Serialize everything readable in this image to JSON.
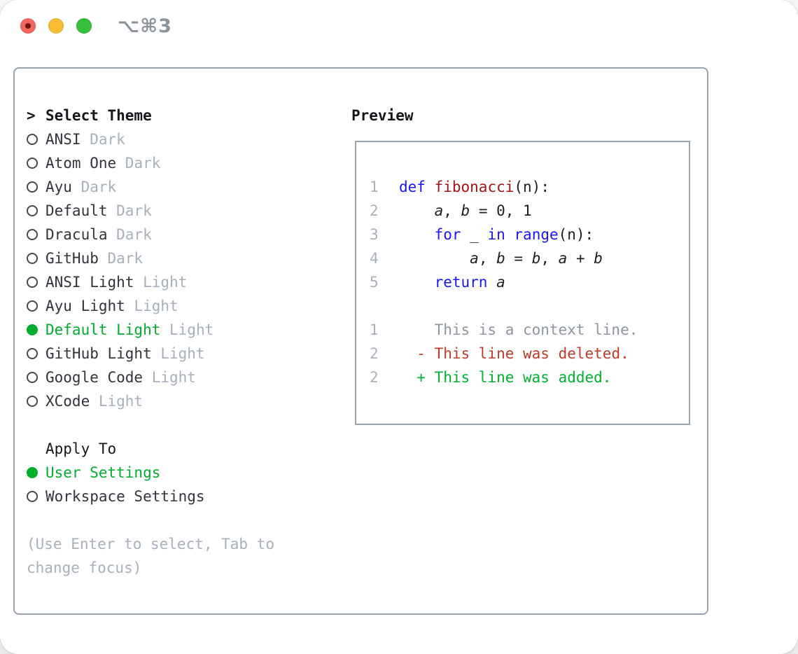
{
  "window": {
    "title": "⌥⌘3"
  },
  "traffic_lights": [
    {
      "name": "close"
    },
    {
      "name": "minimize"
    },
    {
      "name": "zoom"
    }
  ],
  "colors": {
    "panel_border": "#9aa4b0",
    "selection_green": "#00ad2e",
    "added_green": "#00b232",
    "deleted_red": "#c13a28",
    "keyword_blue": "#1a16f0",
    "function_red": "#a31515",
    "muted_gray": "#a7b0bb",
    "context_gray": "#8d959e",
    "text_dark": "#30353c",
    "traffic_red": "#f4655f",
    "traffic_yellow": "#f8bd34",
    "traffic_green": "#35c13e"
  },
  "left": {
    "header_marker": ">",
    "header": "Select Theme",
    "themes": [
      {
        "name": "ANSI",
        "tag": "Dark",
        "selected": false
      },
      {
        "name": "Atom One",
        "tag": "Dark",
        "selected": false
      },
      {
        "name": "Ayu",
        "tag": "Dark",
        "selected": false
      },
      {
        "name": "Default",
        "tag": "Dark",
        "selected": false
      },
      {
        "name": "Dracula",
        "tag": "Dark",
        "selected": false
      },
      {
        "name": "GitHub",
        "tag": "Dark",
        "selected": false
      },
      {
        "name": "ANSI Light",
        "tag": "Light",
        "selected": false
      },
      {
        "name": "Ayu Light",
        "tag": "Light",
        "selected": false
      },
      {
        "name": "Default Light",
        "tag": "Light",
        "selected": true
      },
      {
        "name": "GitHub Light",
        "tag": "Light",
        "selected": false
      },
      {
        "name": "Google Code",
        "tag": "Light",
        "selected": false
      },
      {
        "name": "XCode",
        "tag": "Light",
        "selected": false
      }
    ],
    "apply_header": "Apply To",
    "apply_options": [
      {
        "name": "User Settings",
        "selected": true
      },
      {
        "name": "Workspace Settings",
        "selected": false
      }
    ],
    "hint_lines": [
      "(Use Enter to select, Tab to",
      "change focus)"
    ]
  },
  "preview": {
    "label": "Preview",
    "lines": [
      {
        "num": "1",
        "tokens": [
          [
            "def",
            "kw"
          ],
          [
            " ",
            "p"
          ],
          [
            "fibonacci",
            "fn"
          ],
          [
            "(n):",
            "p"
          ]
        ]
      },
      {
        "num": "2",
        "tokens": [
          [
            "    ",
            "p"
          ],
          [
            "a",
            "v"
          ],
          [
            ", ",
            "p"
          ],
          [
            "b",
            "v"
          ],
          [
            " = 0, 1",
            "p"
          ]
        ]
      },
      {
        "num": "3",
        "tokens": [
          [
            "    ",
            "p"
          ],
          [
            "for",
            "kw"
          ],
          [
            " _ ",
            "p"
          ],
          [
            "in",
            "kw"
          ],
          [
            " ",
            "p"
          ],
          [
            "range",
            "kw"
          ],
          [
            "(n):",
            "p"
          ]
        ]
      },
      {
        "num": "4",
        "tokens": [
          [
            "        ",
            "p"
          ],
          [
            "a",
            "v"
          ],
          [
            ", ",
            "p"
          ],
          [
            "b",
            "v"
          ],
          [
            " = ",
            "p"
          ],
          [
            "b",
            "v"
          ],
          [
            ", ",
            "p"
          ],
          [
            "a",
            "v"
          ],
          [
            " + ",
            "p"
          ],
          [
            "b",
            "v"
          ]
        ]
      },
      {
        "num": "5",
        "tokens": [
          [
            "    ",
            "p"
          ],
          [
            "return",
            "kw"
          ],
          [
            " ",
            "p"
          ],
          [
            "a",
            "v"
          ]
        ]
      },
      {
        "num": "",
        "tokens": []
      },
      {
        "num": "1",
        "tokens": [
          [
            "    This is a context line.",
            "ctx"
          ]
        ]
      },
      {
        "num": "2",
        "tokens": [
          [
            "  ",
            "p"
          ],
          [
            "- This line was deleted.",
            "del"
          ]
        ]
      },
      {
        "num": "2",
        "tokens": [
          [
            "  ",
            "p"
          ],
          [
            "+ This line was added.",
            "add"
          ]
        ]
      }
    ]
  }
}
